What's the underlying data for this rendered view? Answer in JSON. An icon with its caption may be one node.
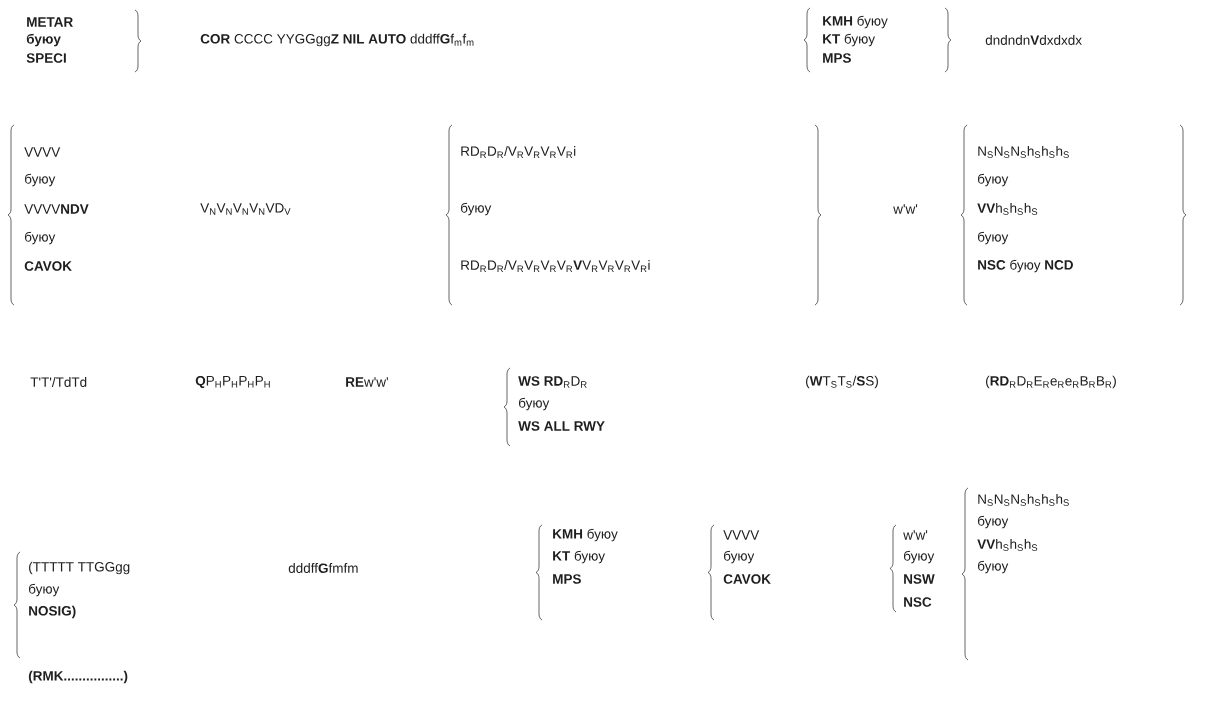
{
  "diagram": {
    "labels": [
      "METAR",
      "буюу",
      "SPECI",
      "**COR** CCCC YYGGgg**Z** **NIL** **AUTO** dddff**G**f$_{m}$f$_{m}$",
      "**KMH** буюу",
      "**KT** буюу",
      "MPS",
      "dndndn**V**dxdxdx",
      "VVVV",
      "буюу",
      "VVVV**NDV**",
      "буюу",
      "CAVOK",
      "V$_{N}$V$_{N}$V$_{N}$V$_{N}$VD$_{V}$",
      "RD$_{R}$D$_{R}$/V$_{R}$V$_{R}$V$_{R}$V$_{R}$i",
      "буюу",
      "RD$_{R}$D$_{R}$/V$_{R}$V$_{R}$V$_{R}$V$_{R}$**V**V$_{R}$V$_{R}$V$_{R}$V$_{R}$i",
      "w'w'",
      "N$_{S}$N$_{S}$N$_{S}$h$_{S}$h$_{S}$h$_{S}$",
      "буюу",
      "**VV**h$_{S}$h$_{S}$h$_{S}$",
      "буюу",
      "**NSC** буюу **NCD**",
      "T'T'/TdTd",
      "**Q**P$_{H}$P$_{H}$P$_{H}$P$_{H}$",
      "**RE**w'w'",
      "**WS RD**$_{R}$D$_{R}$",
      "буюу",
      "WS ALL RWY",
      "(**W**T$_{S}$T$_{S}$/**S**S)",
      "(**RD**$_{R}$D$_{R}$E$_{R}$e$_{R}$e$_{R}$B$_{R}$B$_{R}$)",
      "(TTTTT TTGGgg",
      "буюу",
      "NOSIG)",
      "dddff**G**fmfm",
      "**KMH** буюу",
      "**KT** буюу",
      "MPS",
      "VVVV",
      "буюу",
      "CAVOK",
      "w'w'",
      "буюу",
      "NSW",
      "NSC",
      "N$_{S}$N$_{S}$N$_{S}$h$_{S}$h$_{S}$h$_{S}$",
      "буюу",
      "**VV**h$_{S}$h$_{S}$h$_{S}$",
      "буюу",
      "(RMK................)"
    ]
  }
}
